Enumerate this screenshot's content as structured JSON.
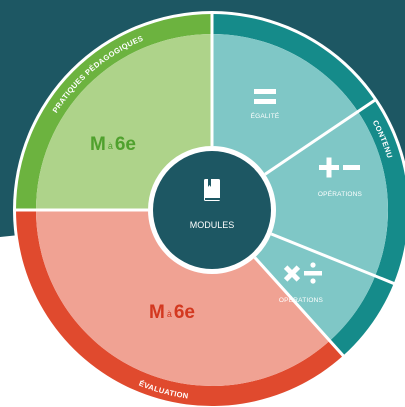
{
  "colors": {
    "background_dark": "#1d5763",
    "white": "#ffffff",
    "pratiques_ring": "#6cb33f",
    "pratiques_fill": "#aed38a",
    "contenu_ring": "#158b8a",
    "contenu_fill": "#7fc7c6",
    "evaluation_ring": "#e04a2e",
    "evaluation_fill": "#f0a293",
    "hub": "#1d5763",
    "grade_green": "#4fa12d",
    "grade_red": "#d3381f"
  },
  "ring_labels": {
    "pratiques": "PRATIQUES PÉDAGOGIQUES",
    "contenu": "CONTENU",
    "evaluation": "ÉVALUATION"
  },
  "grade_pratiques": {
    "big_m": "M",
    "small_a": "à",
    "big_6e": "6e"
  },
  "grade_evaluation": {
    "big_m": "M",
    "small_a": "à",
    "big_6e": "6e"
  },
  "content_segments": [
    {
      "icon": "equals-icon",
      "label": "ÉGALITÉ"
    },
    {
      "icon": "plus-minus-icon",
      "label": "OPÉRATIONS"
    },
    {
      "icon": "times-divide-icon",
      "label": "OPÉRATIONS"
    }
  ],
  "hub": {
    "label": "MODULES",
    "icon": "book-icon"
  }
}
